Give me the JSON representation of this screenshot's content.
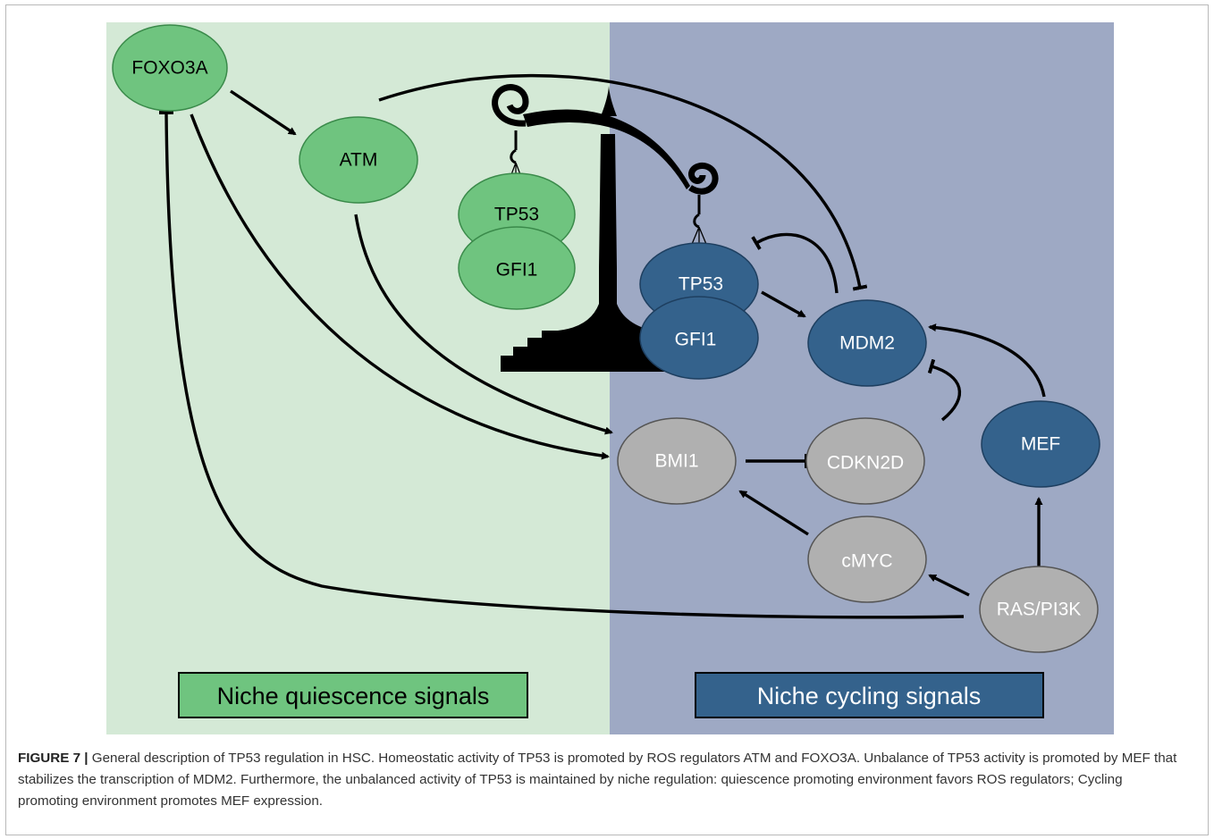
{
  "colors": {
    "quiescence_bg": "#d4e9d6",
    "cycling_bg": "#9ea9c4",
    "green_node": "#6fc47f",
    "blue_node": "#34628c",
    "gray_node": "#b0b0b0",
    "arrow": "#000000"
  },
  "nodes": {
    "foxo3a": "FOXO3A",
    "atm": "ATM",
    "tp53_green": "TP53",
    "gfi1_green": "GFI1",
    "tp53_blue": "TP53",
    "gfi1_blue": "GFI1",
    "mdm2": "MDM2",
    "bmi1": "BMI1",
    "cdkn2d": "CDKN2D",
    "mef": "MEF",
    "cmyc": "cMYC",
    "ras_pi3k": "RAS/PI3K"
  },
  "legend": {
    "quiescence": "Niche quiescence signals",
    "cycling": "Niche cycling signals"
  },
  "caption": {
    "label": "FIGURE 7 |",
    "text": "General description of TP53 regulation in HSC. Homeostatic activity of TP53 is promoted by ROS regulators ATM and FOXO3A. Unbalance of TP53 activity is promoted by MEF that stabilizes the transcription of MDM2. Furthermore, the unbalanced activity of TP53 is maintained by niche regulation: quiescence promoting environment favors ROS regulators; Cycling promoting environment promotes MEF expression."
  },
  "icons": [
    "balance-scale-icon"
  ]
}
